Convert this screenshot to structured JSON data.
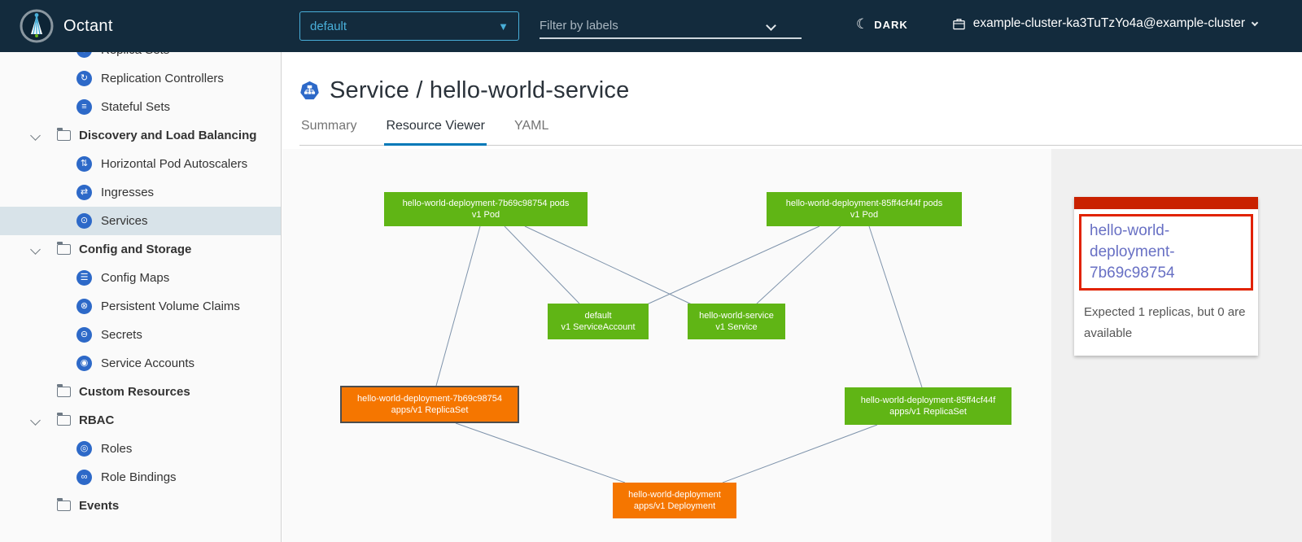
{
  "header": {
    "app_title": "Octant",
    "namespace_selected": "default",
    "filter_placeholder": "Filter by labels",
    "theme_toggle_label": "DARK",
    "context": "example-cluster-ka3TuTzYo4a@example-cluster"
  },
  "sidebar": {
    "items": [
      {
        "label": "Replica Sets",
        "kind": "item",
        "icon": "replica-sets-icon",
        "glyph": "⊕"
      },
      {
        "label": "Replication Controllers",
        "kind": "item",
        "icon": "replication-controllers-icon",
        "glyph": "↻"
      },
      {
        "label": "Stateful Sets",
        "kind": "item",
        "icon": "stateful-sets-icon",
        "glyph": "≡"
      },
      {
        "label": "Discovery and Load Balancing",
        "kind": "group",
        "icon": "folder-icon",
        "expanded": true
      },
      {
        "label": "Horizontal Pod Autoscalers",
        "kind": "item",
        "icon": "horizontal-pod-autoscalers-icon",
        "glyph": "⇅"
      },
      {
        "label": "Ingresses",
        "kind": "item",
        "icon": "ingresses-icon",
        "glyph": "⇄"
      },
      {
        "label": "Services",
        "kind": "item",
        "icon": "services-icon",
        "glyph": "⊙",
        "selected": true
      },
      {
        "label": "Config and Storage",
        "kind": "group",
        "icon": "folder-icon",
        "expanded": true
      },
      {
        "label": "Config Maps",
        "kind": "item",
        "icon": "config-maps-icon",
        "glyph": "☰"
      },
      {
        "label": "Persistent Volume Claims",
        "kind": "item",
        "icon": "persistent-volume-claims-icon",
        "glyph": "⊗"
      },
      {
        "label": "Secrets",
        "kind": "item",
        "icon": "secrets-icon",
        "glyph": "⊖"
      },
      {
        "label": "Service Accounts",
        "kind": "item",
        "icon": "service-accounts-icon",
        "glyph": "◉"
      },
      {
        "label": "Custom Resources",
        "kind": "group-nochev",
        "icon": "folder-icon"
      },
      {
        "label": "RBAC",
        "kind": "group",
        "icon": "folder-icon",
        "expanded": true
      },
      {
        "label": "Roles",
        "kind": "item",
        "icon": "roles-icon",
        "glyph": "◎"
      },
      {
        "label": "Role Bindings",
        "kind": "item",
        "icon": "role-bindings-icon",
        "glyph": "∞"
      },
      {
        "label": "Events",
        "kind": "group-nochev",
        "icon": "folder-icon"
      }
    ]
  },
  "main": {
    "title": "Service / hello-world-service",
    "tabs": [
      {
        "label": "Summary",
        "active": false
      },
      {
        "label": "Resource Viewer",
        "active": true
      },
      {
        "label": "YAML",
        "active": false
      }
    ]
  },
  "graph": {
    "nodes": [
      {
        "id": "pod-7b69c98754",
        "line1": "hello-world-deployment-7b69c98754 pods",
        "line2": "v1 Pod",
        "status": "ok"
      },
      {
        "id": "pod-85ff4cf44f",
        "line1": "hello-world-deployment-85ff4cf44f pods",
        "line2": "v1 Pod",
        "status": "ok"
      },
      {
        "id": "serviceaccount-default",
        "line1": "default",
        "line2": "v1 ServiceAccount",
        "status": "ok"
      },
      {
        "id": "service-hello-world",
        "line1": "hello-world-service",
        "line2": "v1 Service",
        "status": "ok"
      },
      {
        "id": "replicaset-7b69c98754",
        "line1": "hello-world-deployment-7b69c98754",
        "line2": "apps/v1 ReplicaSet",
        "status": "warning",
        "selected": true
      },
      {
        "id": "replicaset-85ff4cf44f",
        "line1": "hello-world-deployment-85ff4cf44f",
        "line2": "apps/v1 ReplicaSet",
        "status": "ok"
      },
      {
        "id": "deployment-hello-world",
        "line1": "hello-world-deployment",
        "line2": "apps/v1 Deployment",
        "status": "warning"
      }
    ],
    "edges": [
      [
        "pod-7b69c98754",
        "replicaset-7b69c98754"
      ],
      [
        "pod-7b69c98754",
        "serviceaccount-default"
      ],
      [
        "pod-7b69c98754",
        "service-hello-world"
      ],
      [
        "pod-85ff4cf44f",
        "serviceaccount-default"
      ],
      [
        "pod-85ff4cf44f",
        "service-hello-world"
      ],
      [
        "pod-85ff4cf44f",
        "replicaset-85ff4cf44f"
      ],
      [
        "replicaset-7b69c98754",
        "deployment-hello-world"
      ],
      [
        "replicaset-85ff4cf44f",
        "deployment-hello-world"
      ]
    ]
  },
  "panel": {
    "title": "hello-world-deployment-7b69c98754",
    "message": "Expected 1 replicas, but 0 are available"
  },
  "colors": {
    "header_bg": "#132b3d",
    "accent_blue": "#49afd9",
    "node_ok_green": "#60b515",
    "node_warning_orange": "#f57600",
    "status_red": "#c92100",
    "alert_border_red": "#e12200",
    "link_purple": "#6870c4",
    "selected_row_bg": "#d8e3e9",
    "tab_underline": "#0079b8",
    "edge_line": "#7e93ab"
  }
}
